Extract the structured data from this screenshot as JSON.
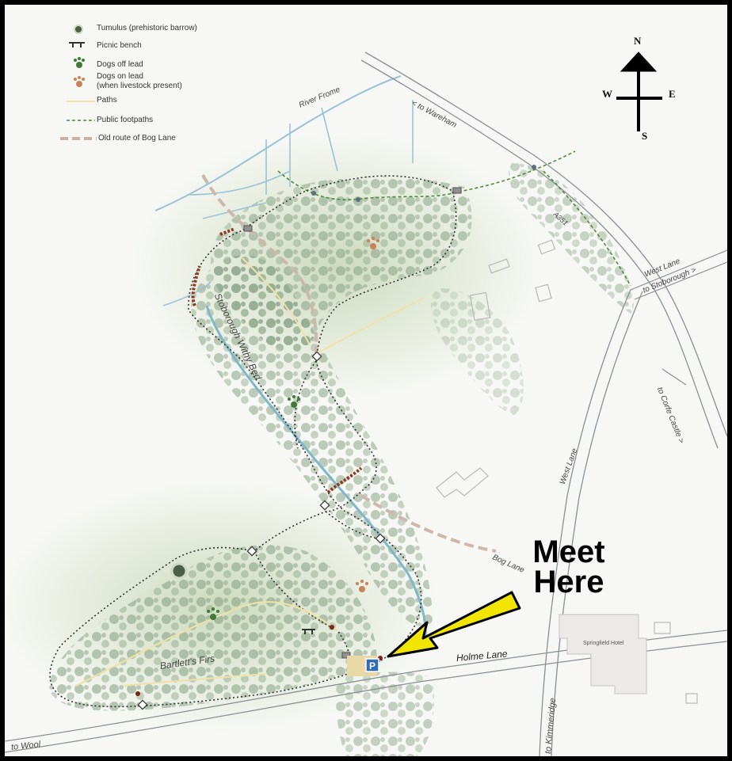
{
  "legend": {
    "tumulus": "Tumulus (prehistoric barrow)",
    "picnic": "Picnic bench",
    "dogs_off": "Dogs off lead",
    "dogs_on_1": "Dogs on lead",
    "dogs_on_2": "(when livestock present)",
    "paths": "Paths",
    "footpaths": "Public footpaths",
    "bog_lane": "Old route of Bog Lane"
  },
  "compass": {
    "n": "N",
    "s": "S",
    "e": "E",
    "w": "W"
  },
  "labels": {
    "river_frome": "River Frome",
    "to_wareham": "< to Wareham",
    "a351": "A351",
    "west_lane_stoborough_1": "West Lane",
    "west_lane_stoborough_2": "to Stoborough >",
    "to_corfe": "to Corfe Castle >",
    "west_lane": "West Lane",
    "withy_bed": "Stoborough Withy Bed",
    "bog_lane": "Bog Lane",
    "bartletts_firs": "Bartlett's Firs",
    "holme_lane": "Holme Lane",
    "springfield": "Springfield Hotel",
    "kimmeridge": "to Kimmeridge",
    "to_wool": "to Wool",
    "parking": "P"
  },
  "callout": {
    "line1": "Meet",
    "line2": "Here"
  },
  "colors": {
    "frame": "#000000",
    "background": "#f7f8f5",
    "woodland": "#8ea88a",
    "footpath": "#4e8a3c",
    "route": "#3a3a3a",
    "arrow": "#f2e600",
    "parking": "#2f6db5",
    "bog_lane_old": "#c9b3a8",
    "river": "#7fb7c9"
  }
}
